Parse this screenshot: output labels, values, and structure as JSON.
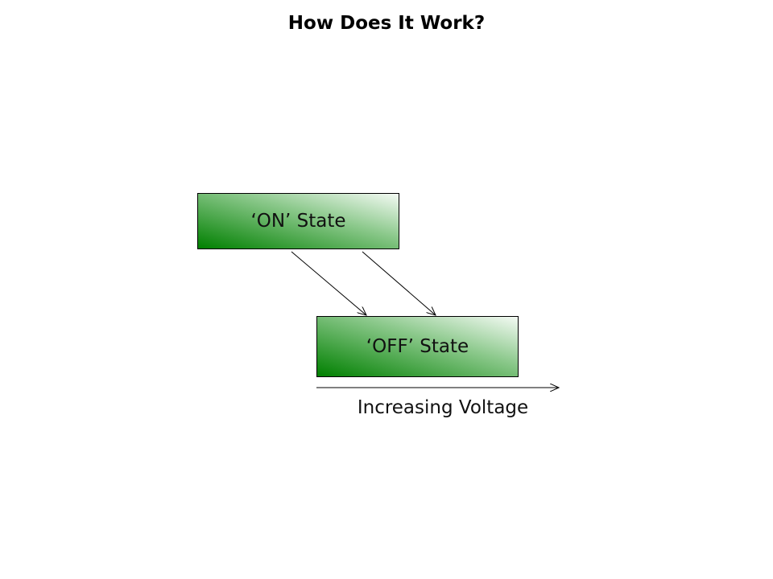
{
  "title": "How Does It Work?",
  "states": {
    "on": {
      "label": "‘ON’ State"
    },
    "off": {
      "label": "‘OFF’ State"
    }
  },
  "transitions": [
    {
      "from": "on",
      "to": "off"
    },
    {
      "from": "on",
      "to": "off"
    }
  ],
  "axis": {
    "label": "Increasing Voltage",
    "direction": "right"
  },
  "colors": {
    "gradient_dark": "#008000",
    "gradient_light": "#f4faf4",
    "line": "#000000"
  }
}
